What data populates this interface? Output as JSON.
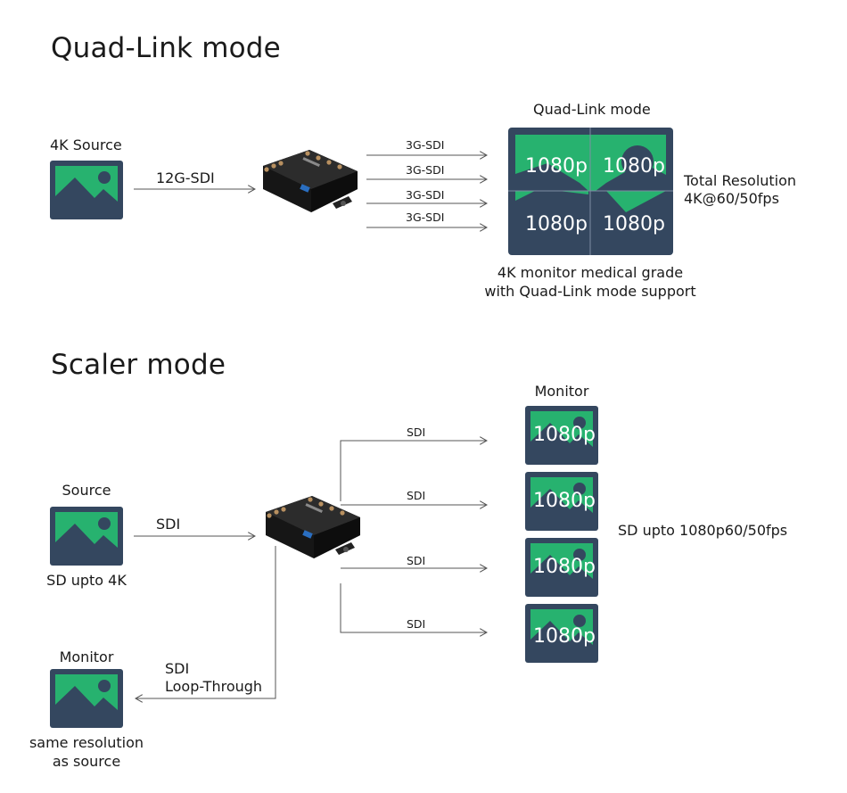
{
  "colors": {
    "screen_bg": "#34475f",
    "screen_green": "#27b26f",
    "line": "#555555",
    "text": "#1a1a1a"
  },
  "quad": {
    "title": "Quad-Link mode",
    "source_label": "4K Source",
    "input_link": "12G-SDI",
    "outputs": [
      "3G-SDI",
      "3G-SDI",
      "3G-SDI",
      "3G-SDI"
    ],
    "monitor_title": "Quad-Link mode",
    "quadrant_res": [
      "1080p",
      "1080p",
      "1080p",
      "1080p"
    ],
    "total_res_line1": "Total Resolution",
    "total_res_line2": "4K@60/50fps",
    "monitor_caption_line1": "4K monitor medical grade",
    "monitor_caption_line2": "with Quad-Link mode support"
  },
  "scaler": {
    "title": "Scaler mode",
    "source_label": "Source",
    "source_caption": "SD upto 4K",
    "input_link": "SDI",
    "monitor_title": "Monitor",
    "outputs": [
      "SDI",
      "SDI",
      "SDI",
      "SDI"
    ],
    "monitor_res": [
      "1080p",
      "1080p",
      "1080p",
      "1080p"
    ],
    "output_caption": "SD upto 1080p60/50fps",
    "loop_monitor_label": "Monitor",
    "loop_line1": "SDI",
    "loop_line2": "Loop-Through",
    "loop_caption_line1": "same resolution",
    "loop_caption_line2": "as source"
  }
}
